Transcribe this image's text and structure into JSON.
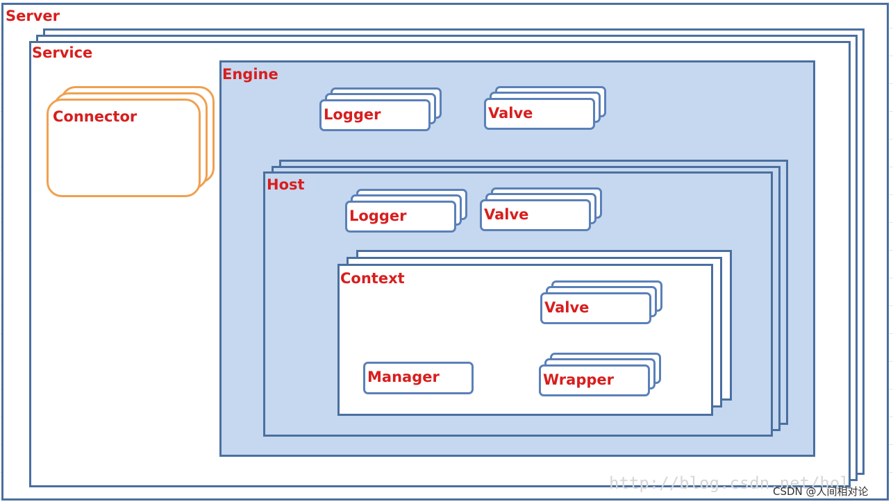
{
  "diagram": {
    "server": "Server",
    "service": "Service",
    "connector": "Connector",
    "engine": "Engine",
    "engine_logger": "Logger",
    "engine_valve": "Valve",
    "host": "Host",
    "host_logger": "Logger",
    "host_valve": "Valve",
    "context": "Context",
    "context_valve": "Valve",
    "manager": "Manager",
    "wrapper": "Wrapper"
  },
  "watermark": {
    "url": "http://blog.csdn.net/hol",
    "credit": "CSDN @人间相对论"
  },
  "colors": {
    "box_border": "#4a6fa0",
    "box_fill_blue": "#c6d8ef",
    "label_red": "#d81e1e",
    "connector_orange": "#f0a050"
  }
}
